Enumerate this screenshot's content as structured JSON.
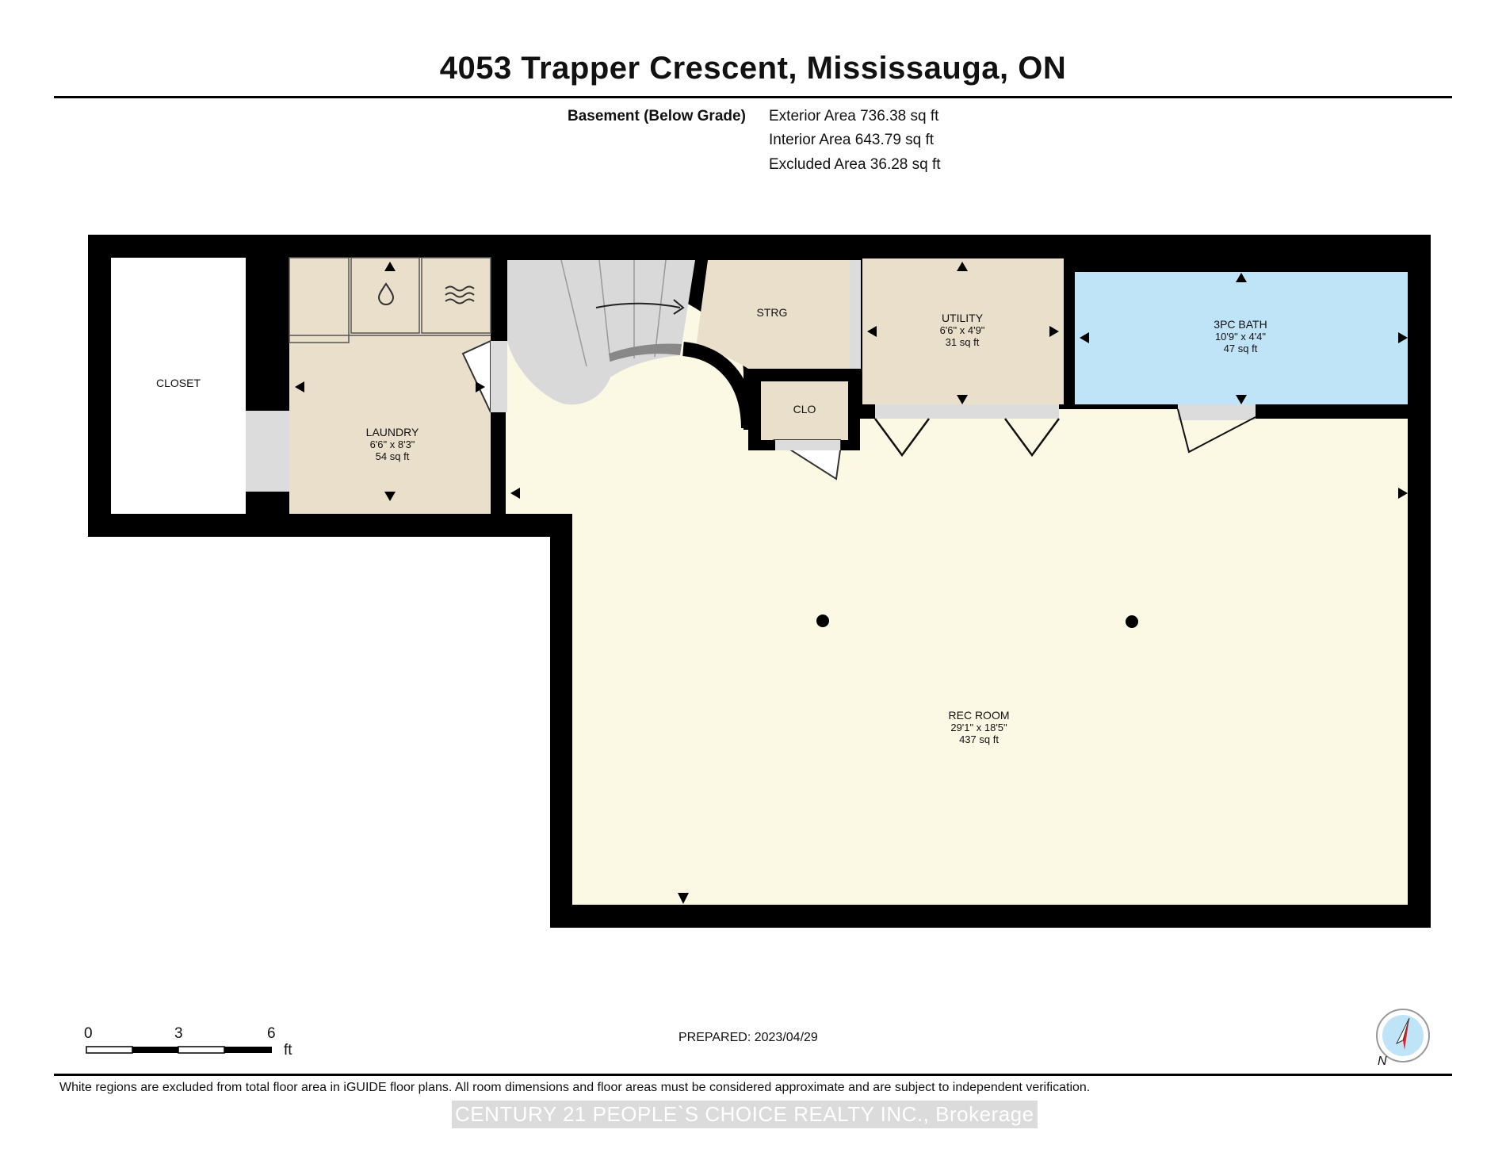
{
  "header": {
    "title": "4053 Trapper Crescent, Mississauga, ON"
  },
  "areas": {
    "label": "Basement (Below Grade)",
    "exterior": "Exterior Area 736.38 sq ft",
    "interior": "Interior Area 643.79 sq ft",
    "excluded": "Excluded Area 36.28 sq ft"
  },
  "rooms": {
    "closet": {
      "name": "CLOSET"
    },
    "laundry": {
      "name": "LAUNDRY",
      "dims": "6'6\" x 8'3\"",
      "area": "54 sq ft"
    },
    "strg": {
      "name": "STRG"
    },
    "utility": {
      "name": "UTILITY",
      "dims": "6'6\" x 4'9\"",
      "area": "31 sq ft"
    },
    "bath": {
      "name": "3PC BATH",
      "dims": "10'9\" x 4'4\"",
      "area": "47 sq ft"
    },
    "clo": {
      "name": "CLO"
    },
    "rec": {
      "name": "REC ROOM",
      "dims": "29'1\" x 18'5\"",
      "area": "437 sq ft"
    }
  },
  "colors": {
    "wall": "#000000",
    "rec_floor": "#fbf8e3",
    "beige_room": "#e9dfcb",
    "bath": "#bfe3f7",
    "stairs": "#d9d9d9"
  },
  "scale": {
    "ticks": [
      "0",
      "3",
      "6"
    ],
    "unit": "ft"
  },
  "footer": {
    "prepared": "PREPARED: 2023/04/29",
    "disclaimer": "White regions are excluded from total floor area in iGUIDE floor plans. All room dimensions and floor areas must be considered approximate and are subject to independent verification.",
    "watermark": "CENTURY 21 PEOPLE`S CHOICE REALTY INC., Brokerage",
    "compass": "N"
  }
}
